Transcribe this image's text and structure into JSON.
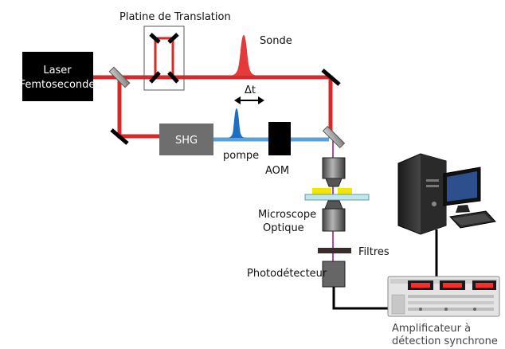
{
  "labels": {
    "stage": "Platine de Translation",
    "laser_line1": "Laser",
    "laser_line2": "Femtoseconde",
    "probe": "Sonde",
    "delta": "Δt",
    "shg": "SHG",
    "pump": "pompe",
    "aom": "AOM",
    "microscope_line1": "Microscope",
    "microscope_line2": "Optique",
    "filters": "Filtres",
    "photodetector": "Photodétecteur",
    "amplifier_line1": "Amplificateur à",
    "amplifier_line2": "détection synchrone"
  },
  "colors": {
    "red_beam": "#d62a2a",
    "blue_beam": "#5e9fd6",
    "pump_pulse": "#1c6fc2",
    "probe_pulse": "#e33a3a",
    "black": "#000000",
    "gray_box": "#6e6e6e",
    "slide": "#bfe6ec",
    "sample": "#f0e600"
  }
}
